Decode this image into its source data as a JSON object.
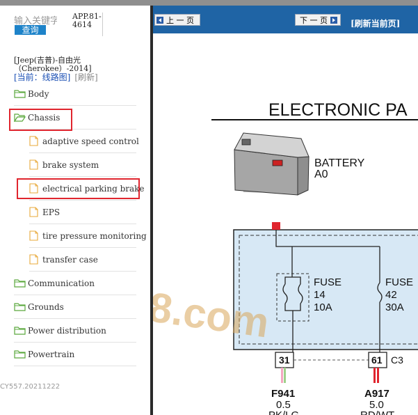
{
  "search": {
    "placeholder": "输入关键字",
    "button_label": "查询"
  },
  "app_code": "APP.81-4614",
  "vehicle": {
    "title": "[Jeep(吉普)-自由光（Cherokee）-2014]"
  },
  "current": {
    "label": "[当前：线路图]",
    "refresh_label": "[刷新]"
  },
  "tree": {
    "body": "Body",
    "chassis": "Chassis",
    "chassis_children": {
      "adaptive": "adaptive speed control",
      "brake": "brake system",
      "parking": "electrical parking brake",
      "eps": "EPS",
      "tire": "tire pressure monitoring",
      "transfer": "transfer case"
    },
    "communication": "Communication",
    "grounds": "Grounds",
    "power_distribution": "Power distribution",
    "powertrain": "Powertrain"
  },
  "footer_code": "CY557.20211222",
  "nav": {
    "prev_label": "上 一 页",
    "next_label": "下 一 页",
    "refresh_label": "[刷新当前页]"
  },
  "diagram": {
    "title": "ELECTRONIC PA",
    "battery_label": "BATTERY",
    "battery_id": "A0",
    "fuse1": {
      "label": "FUSE",
      "number": "14",
      "amps": "10A"
    },
    "fuse2": {
      "label": "FUSE",
      "number": "42",
      "amps": "30A"
    },
    "pin1": "31",
    "pin2": "61",
    "connector": "C3",
    "wire1": {
      "code": "F941",
      "gauge": "0.5",
      "color": "PK/LG"
    },
    "wire2": {
      "code": "A917",
      "gauge": "5.0",
      "color": "RD/WT"
    },
    "watermark": "8.com"
  },
  "colors": {
    "nav_bar": "#1f64a5",
    "search_button": "#1e83c9",
    "highlight": "#e0252e",
    "module_fill": "#d7e8f5"
  }
}
